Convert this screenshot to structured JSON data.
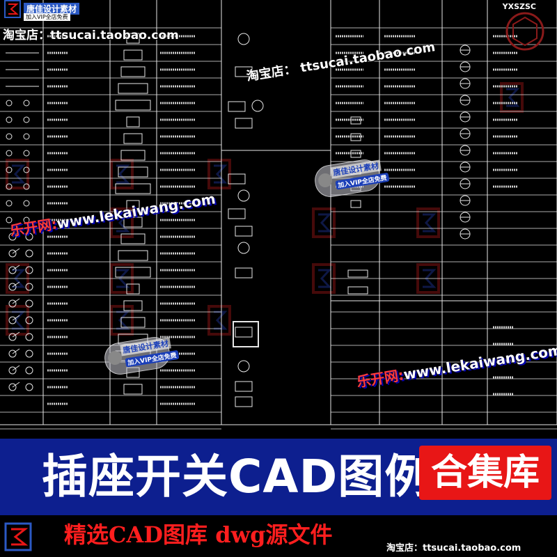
{
  "product": {
    "title": "插座开关CAD图例",
    "badge": "合集库",
    "subtitle": "精选CAD图库  dwg源文件",
    "code": "YXSZSC"
  },
  "watermarks": {
    "shop": "淘宝店：ttsucai.taobao.com",
    "shop_mid": "淘宝店： ttsucai.taobao.com",
    "lekai_prefix": "乐开网:",
    "lekai_url": "www.lekaiwang.com",
    "brand": "唐佳设计素材",
    "brand_vip": "加入VIP全店免费",
    "footer_shop": "淘宝店：ttsucai.taobao.com"
  },
  "colors": {
    "banner_bg": "#0d1f8f",
    "badge_red": "#e81616",
    "subtitle_red": "#ff1e1e",
    "cad_lines": "#ffffff"
  }
}
